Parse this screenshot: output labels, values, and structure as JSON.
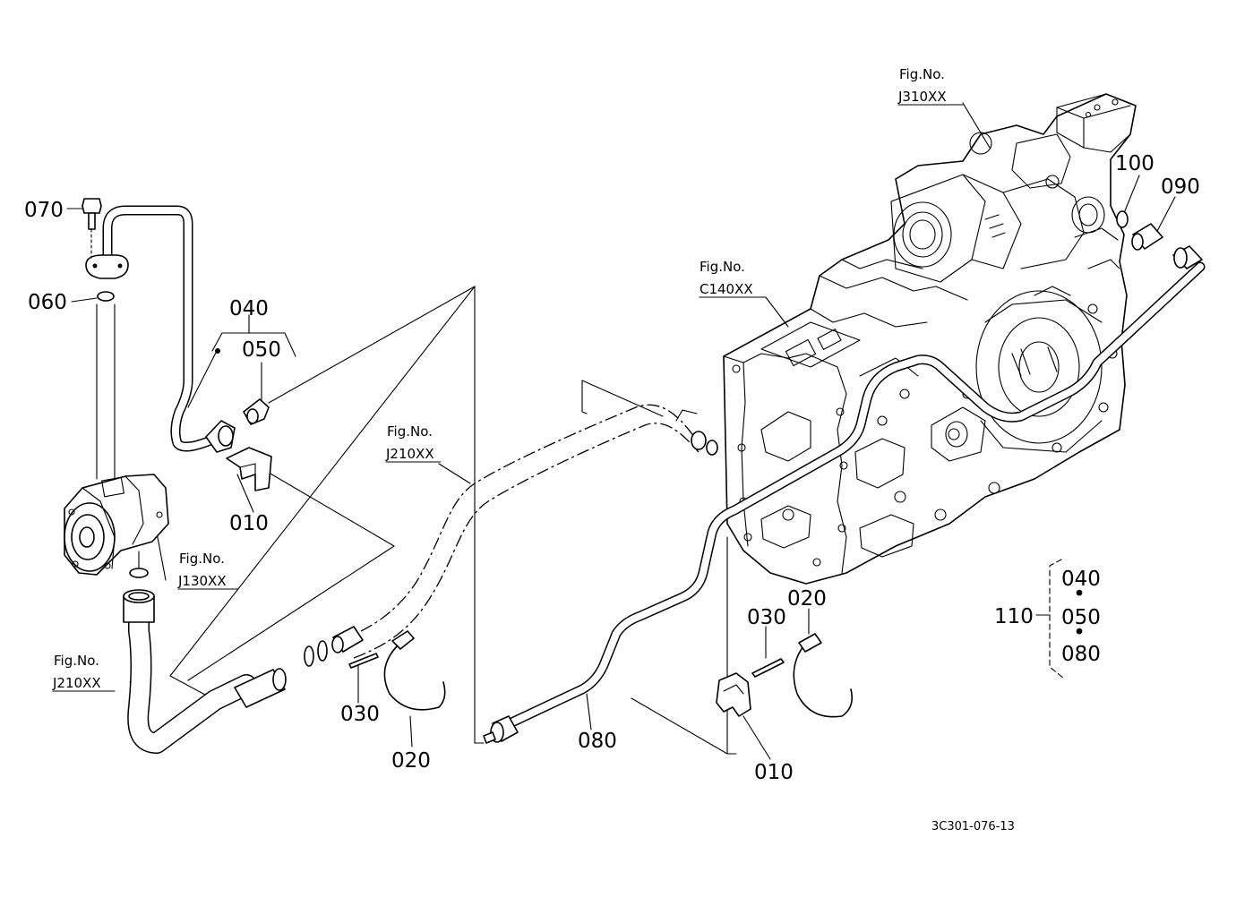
{
  "parts": {
    "p070": "070",
    "p060": "060",
    "p040": "040",
    "p050": "050",
    "p010a": "010",
    "p010b": "010",
    "p020a": "020",
    "p020b": "020",
    "p030a": "030",
    "p030b": "030",
    "p080": "080",
    "p090": "090",
    "p100": "100"
  },
  "figure_refs": {
    "j310": {
      "title": "Fig.No.",
      "code": "J310XX"
    },
    "c140": {
      "title": "Fig.No.",
      "code": "C140XX"
    },
    "j210_center": {
      "title": "Fig.No.",
      "code": "J210XX"
    },
    "j130": {
      "title": "Fig.No.",
      "code": "J130XX"
    },
    "j210_left": {
      "title": "Fig.No.",
      "code": "J210XX"
    }
  },
  "kit": {
    "label": "110",
    "items": [
      "040",
      "050",
      "080"
    ],
    "separator": "•"
  },
  "drawing_code": "3C301-076-13"
}
